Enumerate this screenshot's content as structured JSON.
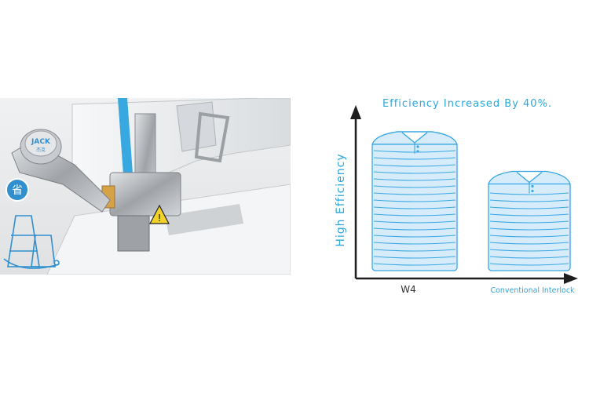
{
  "photo": {
    "brand_label": "JACK",
    "brand_sub": "杰克",
    "badge_char": "省",
    "colors": {
      "accent": "#37a8e0",
      "machine_body": "#e9ecef",
      "metal": "#b9bcc0",
      "badge": "#2f8fcf"
    },
    "icon_names": [
      "sewing-machine",
      "save-badge-icon",
      "thread-spools-icon",
      "warning-triangle-icon"
    ]
  },
  "chart_data": {
    "type": "bar",
    "title": "Efficiency Increased By 40%.",
    "ylabel": "High Efficiency",
    "categories": [
      "W4",
      "Conventional Interlock"
    ],
    "values": [
      140,
      100
    ],
    "ylim": [
      0,
      170
    ],
    "grid": false,
    "legend": "none",
    "colors": {
      "text": "#2aa7de",
      "category_text": "#333333",
      "axis": "#1e1e1e",
      "shirt_fill": "#d6ecfb",
      "shirt_stroke": "#3aa7e2"
    }
  }
}
